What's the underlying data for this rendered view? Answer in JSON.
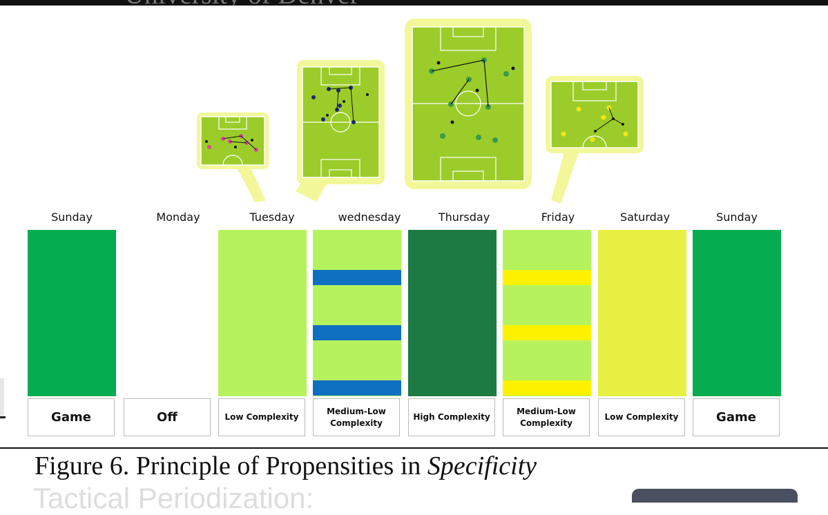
{
  "header_fragment": "University of Denver",
  "days": [
    {
      "label": "Sunday",
      "complexity": "Game",
      "color": "#06ad50",
      "stripe_color": null,
      "stripe_count": 0,
      "size": "big"
    },
    {
      "label": "Monday",
      "complexity": "Off",
      "color": "#ffffff",
      "stripe_color": null,
      "stripe_count": 0,
      "size": "big"
    },
    {
      "label": "Tuesday",
      "complexity": "Low Complexity",
      "color": "#b6f25d",
      "stripe_color": null,
      "stripe_count": 0,
      "size": "small"
    },
    {
      "label": "wednesday",
      "complexity": "Medium-Low Complexity",
      "color": "#b6f25d",
      "stripe_color": "#0f6fc0",
      "stripe_count": 3,
      "size": "small"
    },
    {
      "label": "Thursday",
      "complexity": "High Complexity",
      "color": "#1c7a42",
      "stripe_color": null,
      "stripe_count": 0,
      "size": "small"
    },
    {
      "label": "Friday",
      "complexity": "Medium-Low Complexity",
      "color": "#b6f25d",
      "stripe_color": "#fff200",
      "stripe_count": 3,
      "size": "small"
    },
    {
      "label": "Saturday",
      "complexity": "Low Complexity",
      "color": "#e7f043",
      "stripe_color": null,
      "stripe_count": 0,
      "size": "small"
    },
    {
      "label": "Sunday",
      "complexity": "Game",
      "color": "#06ad50",
      "stripe_color": null,
      "stripe_count": 0,
      "size": "big"
    }
  ],
  "pitch_diagrams": [
    {
      "day": "Tuesday",
      "player_color": "#e0469c"
    },
    {
      "day": "wednesday",
      "player_color": "#1b2a78"
    },
    {
      "day": "Thursday",
      "player_color": "#3a9a4a"
    },
    {
      "day": "Friday",
      "player_color": "#f2e616"
    }
  ],
  "caption_text": "Figure 6. Principle of Propensities in ",
  "caption_emphasis": "Specificity",
  "footer_fragment": "Tactical Periodization:"
}
